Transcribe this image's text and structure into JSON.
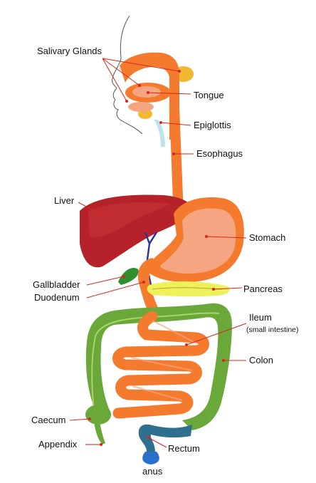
{
  "labels": {
    "salivary_glands": "Salivary Glands",
    "tongue": "Tongue",
    "epiglottis": "Epiglottis",
    "esophagus": "Esophagus",
    "liver": "Liver",
    "stomach": "Stomach",
    "gallbladder": "Gallbladder",
    "duodenum": "Duodenum",
    "pancreas": "Pancreas",
    "ileum": "Ileum",
    "ileum_note": "(small intestine)",
    "colon": "Colon",
    "caecum": "Caecum",
    "appendix": "Appendix",
    "rectum": "Rectum",
    "anus": "anus"
  },
  "colors": {
    "gi_tract": "#f47a2e",
    "stomach_inner": "#f6a582",
    "liver": "#b52229",
    "gallbladder": "#2f8f2f",
    "bile_duct": "#2a2f9a",
    "pancreas": "#eef15a",
    "colon": "#6aa83a",
    "rectum": "#2f6f8f",
    "anus": "#2a6fc9",
    "salivary": "#f2b830",
    "leader": "#d9261c"
  }
}
